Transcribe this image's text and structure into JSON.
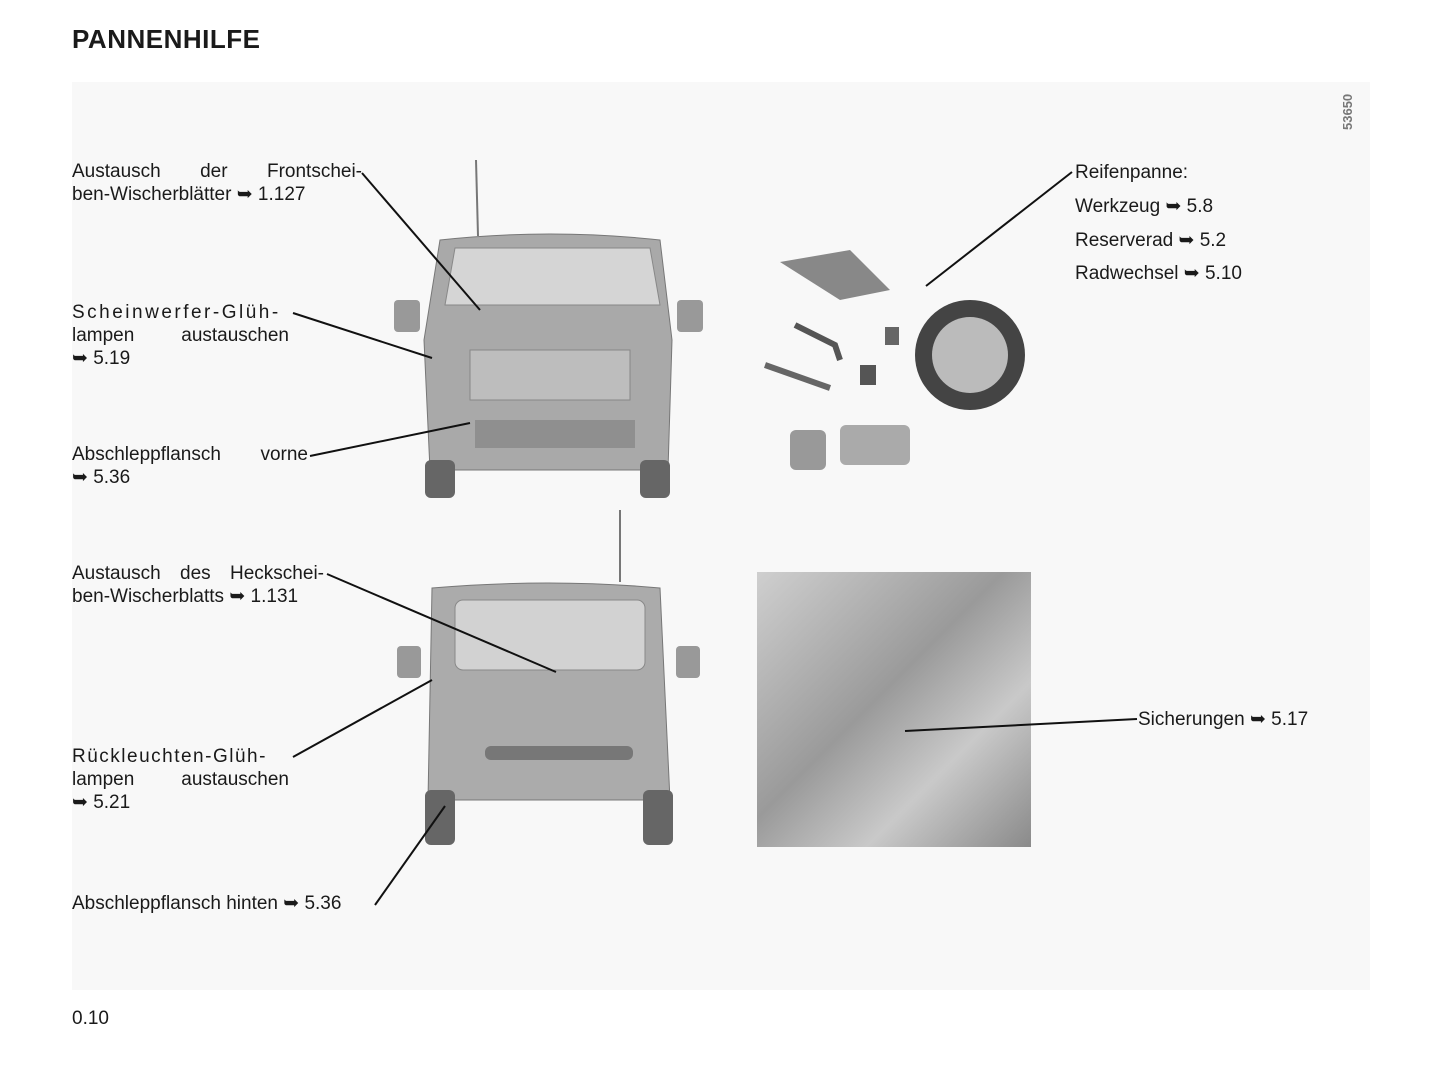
{
  "header": {
    "title": "PANNENHILFE"
  },
  "figure_id": "53650",
  "labels": {
    "front_wiper": {
      "line1": "Austausch der Frontschei-",
      "line2": "ben-Wischerblätter ➥ 1.127"
    },
    "headlamp": {
      "line1": "Scheinwerfer-Glüh-",
      "line2": "lampen austauschen",
      "line3": "➥ 5.19"
    },
    "front_tow": {
      "line1": "Abschleppflansch vorne",
      "line2": "➥ 5.36"
    },
    "rear_wiper": {
      "line1": "Austausch des Heckschei-",
      "line2": "ben-Wischerblatts ➥ 1.131"
    },
    "rear_lamp": {
      "line1": "Rückleuchten-Glüh-",
      "line2": "lampen austauschen",
      "line3": "➥ 5.21"
    },
    "rear_tow": {
      "line1": "Abschleppflansch hinten ➥ 5.36"
    },
    "tyre": {
      "heading": "Reifenpanne:",
      "items": [
        "Werkzeug ➥ 5.8",
        "Reserverad ➥ 5.2",
        "Radwechsel ➥ 5.10"
      ]
    },
    "fuses": {
      "line1": "Sicherungen ➥ 5.17"
    }
  },
  "footer": {
    "page_number": "0.10"
  }
}
